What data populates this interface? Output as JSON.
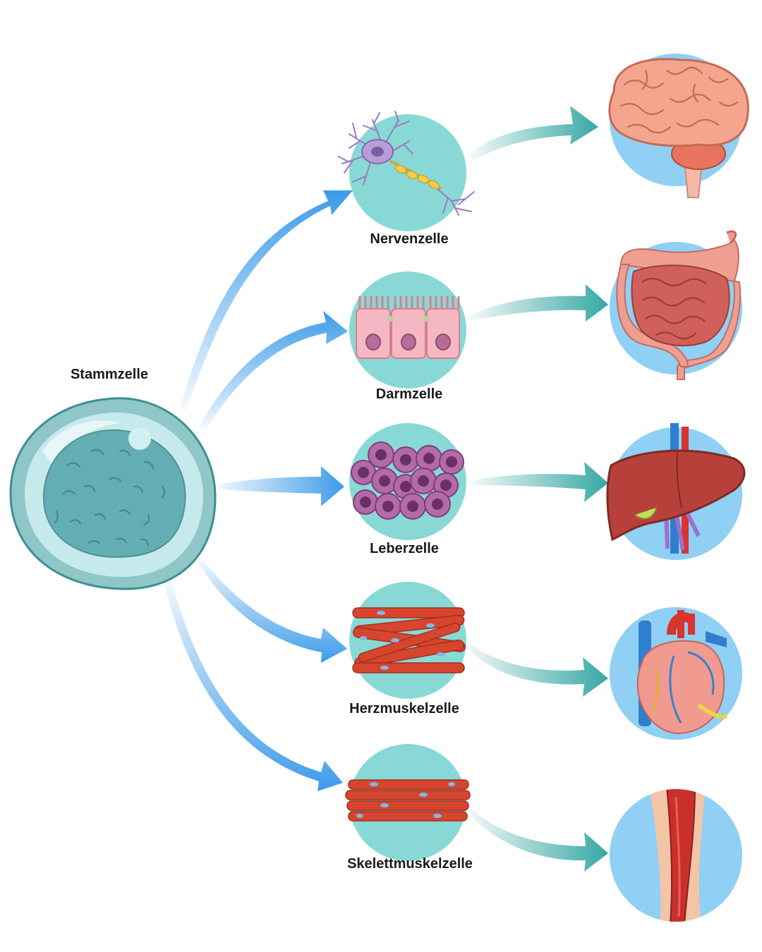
{
  "stem_cell": {
    "label": "Stammzelle"
  },
  "cells": [
    {
      "label": "Nervenzelle",
      "organ": "brain-icon"
    },
    {
      "label": "Darmzelle",
      "organ": "intestine-icon"
    },
    {
      "label": "Leberzelle",
      "organ": "liver-icon"
    },
    {
      "label": "Herzmuskelzelle",
      "organ": "heart-icon"
    },
    {
      "label": "Skelettmuskelzelle",
      "organ": "leg-muscle-icon"
    }
  ],
  "colors": {
    "blue_arrow": "#3d9be9",
    "teal_arrow": "#36a8a4",
    "cell_circle": "#88d9d6",
    "organ_circle": "#8fd0f4",
    "stem_outer": "#8fc6c7",
    "stem_nucleus": "#63aeb3"
  }
}
